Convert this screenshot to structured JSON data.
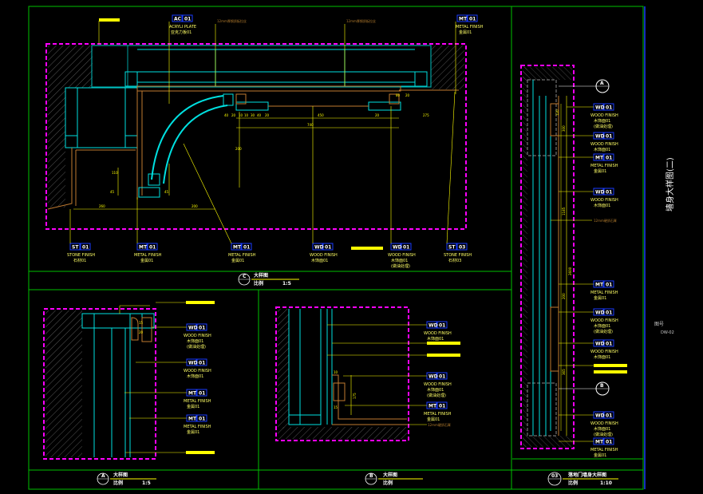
{
  "drawing": {
    "background": "#000000",
    "colors": {
      "frame": "#00c000",
      "wall": "#ff00ff",
      "cyan": "#00e0e0",
      "yellow": "#ffff00",
      "tag_box": "#1a3cff",
      "wood": "#c07a30"
    },
    "sheet": {
      "vertical_title": "墙身大样图(二)",
      "drawing_no_label": "图号",
      "drawing_no": "DW-02"
    },
    "top_annotations": [
      "12mm厚钢质板拉丝",
      "12mm厚钢质板拉丝"
    ],
    "acrylic": {
      "code": "AC",
      "num": "01",
      "name": "ACRYLI PLATE",
      "cn": "亚克力板01"
    },
    "metal_tag": {
      "code": "MT",
      "num": "01",
      "name": "METAL FINISH",
      "cn": "金属01"
    },
    "bottom_tags_c": [
      {
        "code": "ST",
        "num": "01",
        "name": "STONE FINISH",
        "cn": "石材01"
      },
      {
        "code": "MT",
        "num": "01",
        "name": "METAL FINISH",
        "cn": "金属01"
      },
      {
        "code": "MT",
        "num": "01",
        "name": "METAL FINISH",
        "cn": "金属01"
      },
      {
        "code": "WD",
        "num": "01",
        "name": "WOOD FINISH",
        "cn": "木饰面01"
      },
      {
        "code": "WD",
        "num": "01",
        "name": "WOOD FINISH",
        "cn": "木饰面01",
        "cn2": "(做油处理)"
      },
      {
        "code": "ST",
        "num": "03",
        "name": "STONE FINISH",
        "cn": "石材03"
      }
    ],
    "dims_c": [
      "40",
      "20",
      "10",
      "10",
      "30",
      "40",
      "20",
      "450",
      "20",
      "275",
      "740",
      "80",
      "20",
      "200",
      "260",
      "110",
      "45",
      "45",
      "200"
    ],
    "dims_a": [
      "15",
      "20"
    ],
    "dims_b": [
      "10",
      "175",
      "15"
    ],
    "dims_right": [
      "120",
      "300",
      "1185",
      "2600",
      "200",
      "365"
    ],
    "tags_a": [
      {
        "code": "WD",
        "num": "01",
        "name": "WOOD FINISH",
        "cn": "木饰面01",
        "cn2": "(做油处理)"
      },
      {
        "code": "WD",
        "num": "01",
        "name": "WOOD FINISH",
        "cn": "木饰面01"
      },
      {
        "code": "MT",
        "num": "01",
        "name": "METAL FINISH",
        "cn": "金属01"
      },
      {
        "code": "MT",
        "num": "01",
        "name": "METAL FINISH",
        "cn": "金属01"
      }
    ],
    "tags_b": [
      {
        "code": "WD",
        "num": "01",
        "name": "WOOD FINISH",
        "cn": "木饰面01"
      },
      {
        "code": "WD",
        "num": "01",
        "name": "WOOD FINISH",
        "cn": "木饰面01",
        "cn2": "(做油处理)"
      },
      {
        "code": "MT",
        "num": "01",
        "name": "METAL FINISH",
        "cn": "金属01"
      }
    ],
    "note_b": "12mm硬质石膏",
    "tags_right": [
      {
        "code": "WD",
        "num": "01",
        "name": "WOOD FINISH",
        "cn": "木饰面01",
        "cn2": "(做油处理)"
      },
      {
        "code": "WD",
        "num": "01",
        "name": "WOOD FINISH",
        "cn": "木饰面01"
      },
      {
        "code": "MT",
        "num": "01",
        "name": "METAL FINISH",
        "cn": "金属01"
      },
      {
        "code": "WD",
        "num": "01",
        "name": "WOOD FINISH",
        "cn": "木饰面01"
      },
      {
        "code": "MT",
        "num": "01",
        "name": "METAL FINISH",
        "cn": "金属01"
      },
      {
        "code": "WD",
        "num": "01",
        "name": "WOOD FINISH",
        "cn": "木饰面01",
        "cn2": "(做油处理)"
      },
      {
        "code": "WD",
        "num": "01",
        "name": "WOOD FINISH",
        "cn": "木饰面01"
      },
      {
        "code": "WD",
        "num": "01",
        "name": "WOOD FINISH",
        "cn": "木饰面01",
        "cn2": "(做油处理)"
      },
      {
        "code": "MT",
        "num": "01",
        "name": "METAL FINISH",
        "cn": "金属01"
      }
    ],
    "note_right": "12mm硬质石膏",
    "section_markers": [
      {
        "letter": "A"
      },
      {
        "letter": "B"
      }
    ],
    "titles": [
      {
        "id": "C",
        "name": "大样图",
        "scale_label": "比例",
        "scale": "1:5"
      },
      {
        "id": "A",
        "name": "大样图",
        "scale_label": "比例",
        "scale": "1:5"
      },
      {
        "id": "B",
        "name": "大样图",
        "scale_label": "比例",
        "scale": ""
      },
      {
        "id": "03",
        "name": "落地门墙身大样图",
        "scale_label": "比例",
        "scale": "1:10"
      }
    ]
  }
}
